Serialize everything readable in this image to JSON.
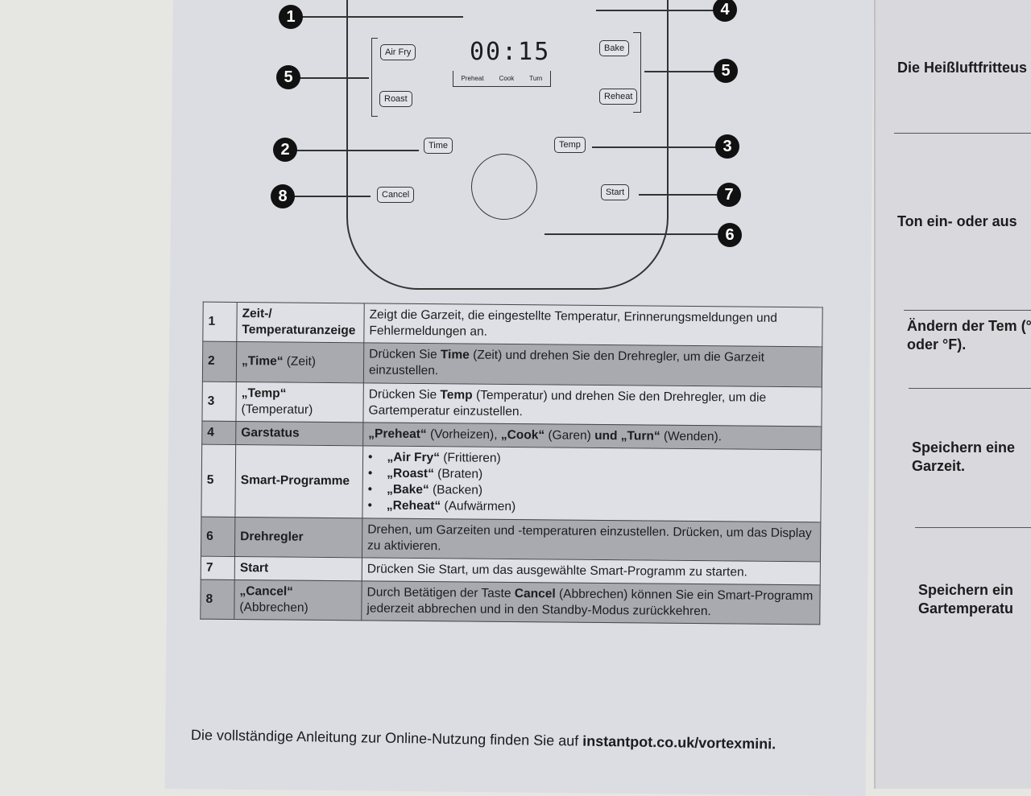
{
  "diagram": {
    "display": "00:15",
    "status": [
      "Preheat",
      "Cook",
      "Turn"
    ],
    "buttons": {
      "airfry": "Air Fry",
      "roast": "Roast",
      "bake": "Bake",
      "reheat": "Reheat",
      "time": "Time",
      "temp": "Temp",
      "cancel": "Cancel",
      "start": "Start"
    },
    "callouts": [
      "1",
      "5",
      "2",
      "8",
      "4",
      "5",
      "3",
      "7",
      "6"
    ]
  },
  "table": [
    {
      "n": "1",
      "label": "Zeit-/ Temperaturanzeige",
      "desc": "Zeigt die Garzeit, die eingestellte Temperatur, Erinnerungsmeldungen und Fehlermeldungen an."
    },
    {
      "n": "2",
      "label_b": "„Time“",
      "label_r": " (Zeit)",
      "desc_a": "Drücken Sie ",
      "desc_b": "Time",
      "desc_c": " (Zeit) und drehen Sie den Drehregler, um die Garzeit einzustellen."
    },
    {
      "n": "3",
      "label_b": "„Temp“",
      "label_r": " (Temperatur)",
      "desc_a": "Drücken Sie ",
      "desc_b": "Temp",
      "desc_c": " (Temperatur) und drehen Sie den Drehregler, um die Gartemperatur einzustellen."
    },
    {
      "n": "4",
      "label": "Garstatus",
      "p1": "„Preheat“",
      "p1r": " (Vorheizen), ",
      "p2": "„Cook“",
      "p2r": " (Garen) ",
      "und": "und",
      "p3": " „Turn“",
      "p3r": " (Wenden)."
    },
    {
      "n": "5",
      "label": "Smart-Programme",
      "items": [
        {
          "b": "„Air Fry“",
          "r": " (Frittieren)"
        },
        {
          "b": "„Roast“",
          "r": " (Braten)"
        },
        {
          "b": "„Bake“",
          "r": " (Backen)"
        },
        {
          "b": "„Reheat“",
          "r": " (Aufwärmen)"
        }
      ]
    },
    {
      "n": "6",
      "label": "Drehregler",
      "desc": "Drehen, um Garzeiten und -temperaturen einzustellen. Drücken, um das Display zu aktivieren."
    },
    {
      "n": "7",
      "label": "Start",
      "desc": "Drücken Sie Start, um das ausgewählte Smart-Programm zu starten."
    },
    {
      "n": "8",
      "label_b": "„Cancel“",
      "label_r": " (Abbrechen)",
      "desc_a": "Durch Betätigen der Taste ",
      "desc_b": "Cancel",
      "desc_c": " (Abbrechen) können Sie ein Smart-Programm jederzeit abbrechen und in den Standby-Modus zurückkehren."
    }
  ],
  "footer": {
    "text": "Die vollständige Anleitung zur Online-Nutzung finden Sie auf ",
    "link": "instantpot.co.uk/vortexmini."
  },
  "right_page": [
    "Die Heißluftfritteus",
    "Ton ein- oder aus",
    "Ändern der Tem (°C oder °F).",
    "Speichern eine Garzeit.",
    "Speichern ein Gartemperatu"
  ]
}
